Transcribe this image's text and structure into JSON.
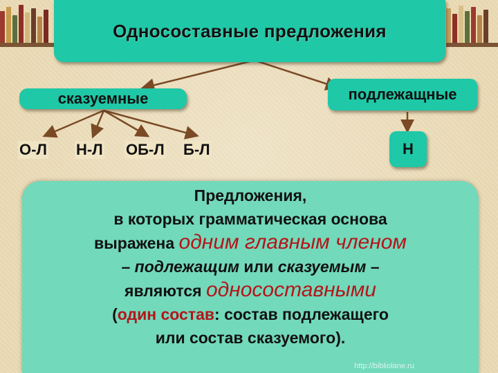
{
  "title": "Односоставные предложения",
  "branches": {
    "left": {
      "label": "сказуемные",
      "leaves": [
        "О-Л",
        "Н-Л",
        "ОБ-Л",
        "Б-Л"
      ]
    },
    "right": {
      "label": "подлежащные",
      "leaves": [
        "Н"
      ]
    }
  },
  "definition": {
    "line1": "Предложения,",
    "line2": "в которых грамматическая основа",
    "line3_a": "выражена ",
    "line3_hl": "одним главным членом",
    "line4_a": "– ",
    "line4_b": "подлежащим",
    "line4_c": " или ",
    "line4_d": "сказуемым",
    "line4_e": " –",
    "line5_a": "являются ",
    "line5_hl": "односоставными",
    "line6_a": "(",
    "line6_b": "один состав",
    "line6_c": ": состав подлежащего",
    "line7": "или состав сказуемого)."
  },
  "watermark": "http://bibliolane.ru",
  "colors": {
    "box": "#1fc8a6",
    "definition_bg": "#72d9ba",
    "arrow": "#7a4a25",
    "highlight": "#b4151a"
  }
}
